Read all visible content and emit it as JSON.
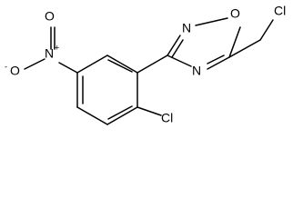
{
  "molecule": {
    "atoms": {
      "ring_o": "O",
      "ring_n_top": "N",
      "ring_n_bottom": "N",
      "chloromethyl_cl": "Cl",
      "aryl_cl": "Cl",
      "nitro_n": "N",
      "nitro_n_charge": "+",
      "nitro_o_top": "O",
      "nitro_o_left": "O",
      "nitro_o_left_charge": "-"
    }
  }
}
